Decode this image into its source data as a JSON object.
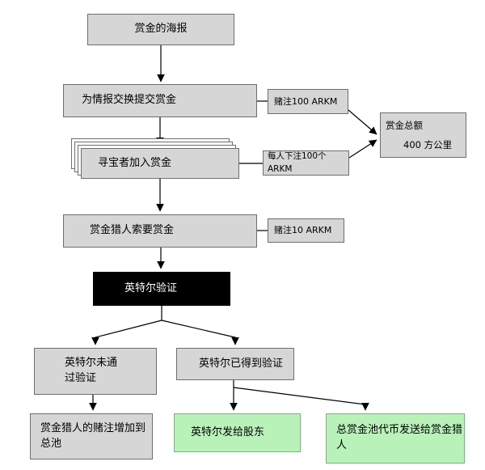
{
  "flowchart": {
    "nodes": {
      "poster": {
        "label": "赏金的海报"
      },
      "submit": {
        "label": "为情报交换提交赏金"
      },
      "stake100": {
        "label": "赌注100 ARKM"
      },
      "hunters_join": {
        "label": "寻宝者加入赏金"
      },
      "stake_each": {
        "label": "每人下注100个ARKM"
      },
      "total": {
        "title": "赏金总额",
        "value": "400 方公里"
      },
      "claim": {
        "label": "赏金猎人索要赏金"
      },
      "stake10": {
        "label": "赌注10 ARKM"
      },
      "verify": {
        "label": "英特尔验证"
      },
      "not_verified": {
        "label": "英特尔未通\n过验证"
      },
      "verified": {
        "label": "英特尔已得到验证"
      },
      "pool_increase": {
        "label": "赏金猎人的赌注增加到\n总池"
      },
      "send_shareholders": {
        "label": "英特尔发给股东"
      },
      "send_hunters": {
        "label": "总赏金池代币发送给赏金猎\n人"
      }
    },
    "colors": {
      "node_fill": "#d6d6d6",
      "node_border": "#6e6e6e",
      "verify_fill": "#000000",
      "verify_text": "#ffffff",
      "green_fill": "#b9f2b9",
      "green_border": "#7fae7f",
      "line": "#000000"
    }
  }
}
